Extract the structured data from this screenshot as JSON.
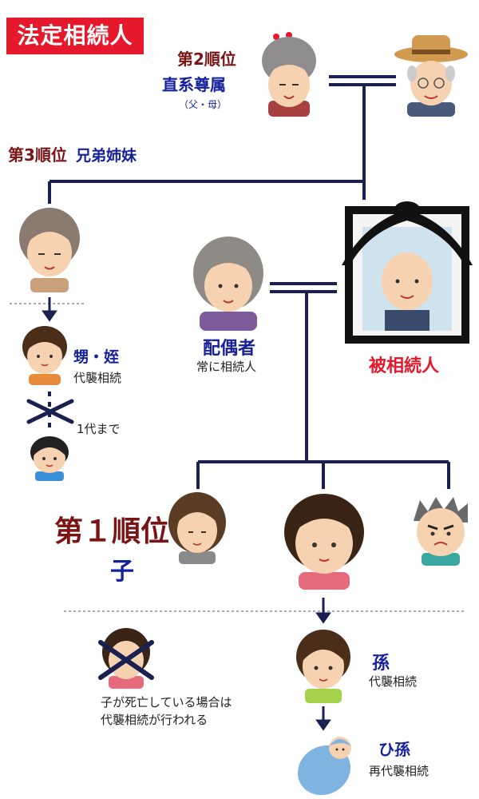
{
  "title": "法定相続人",
  "rank2": {
    "rank": "第2順位",
    "category": "直系尊属",
    "note": "（父・母）"
  },
  "rank3": {
    "rank": "第3順位",
    "category": "兄弟姉妹"
  },
  "nephew": {
    "label": "甥・姪",
    "sub": "代襲相続"
  },
  "limit": "1代まで",
  "spouse": {
    "label": "配偶者",
    "sub": "常に相続人"
  },
  "deceased": {
    "label": "被相続人"
  },
  "rank1": {
    "rank": "第１順位",
    "category": "子"
  },
  "grandchild": {
    "label": "孫",
    "sub": "代襲相続"
  },
  "great_grandchild": {
    "label": "ひ孫",
    "sub": "再代襲相続"
  },
  "note_lines": [
    "子が死亡している場合は",
    "代襲相続が行われる"
  ],
  "colors": {
    "title_bg": "#e5192b",
    "maroon": "#7a1414",
    "navy": "#16229c",
    "red": "#e5192b",
    "line": "#1a2050"
  }
}
